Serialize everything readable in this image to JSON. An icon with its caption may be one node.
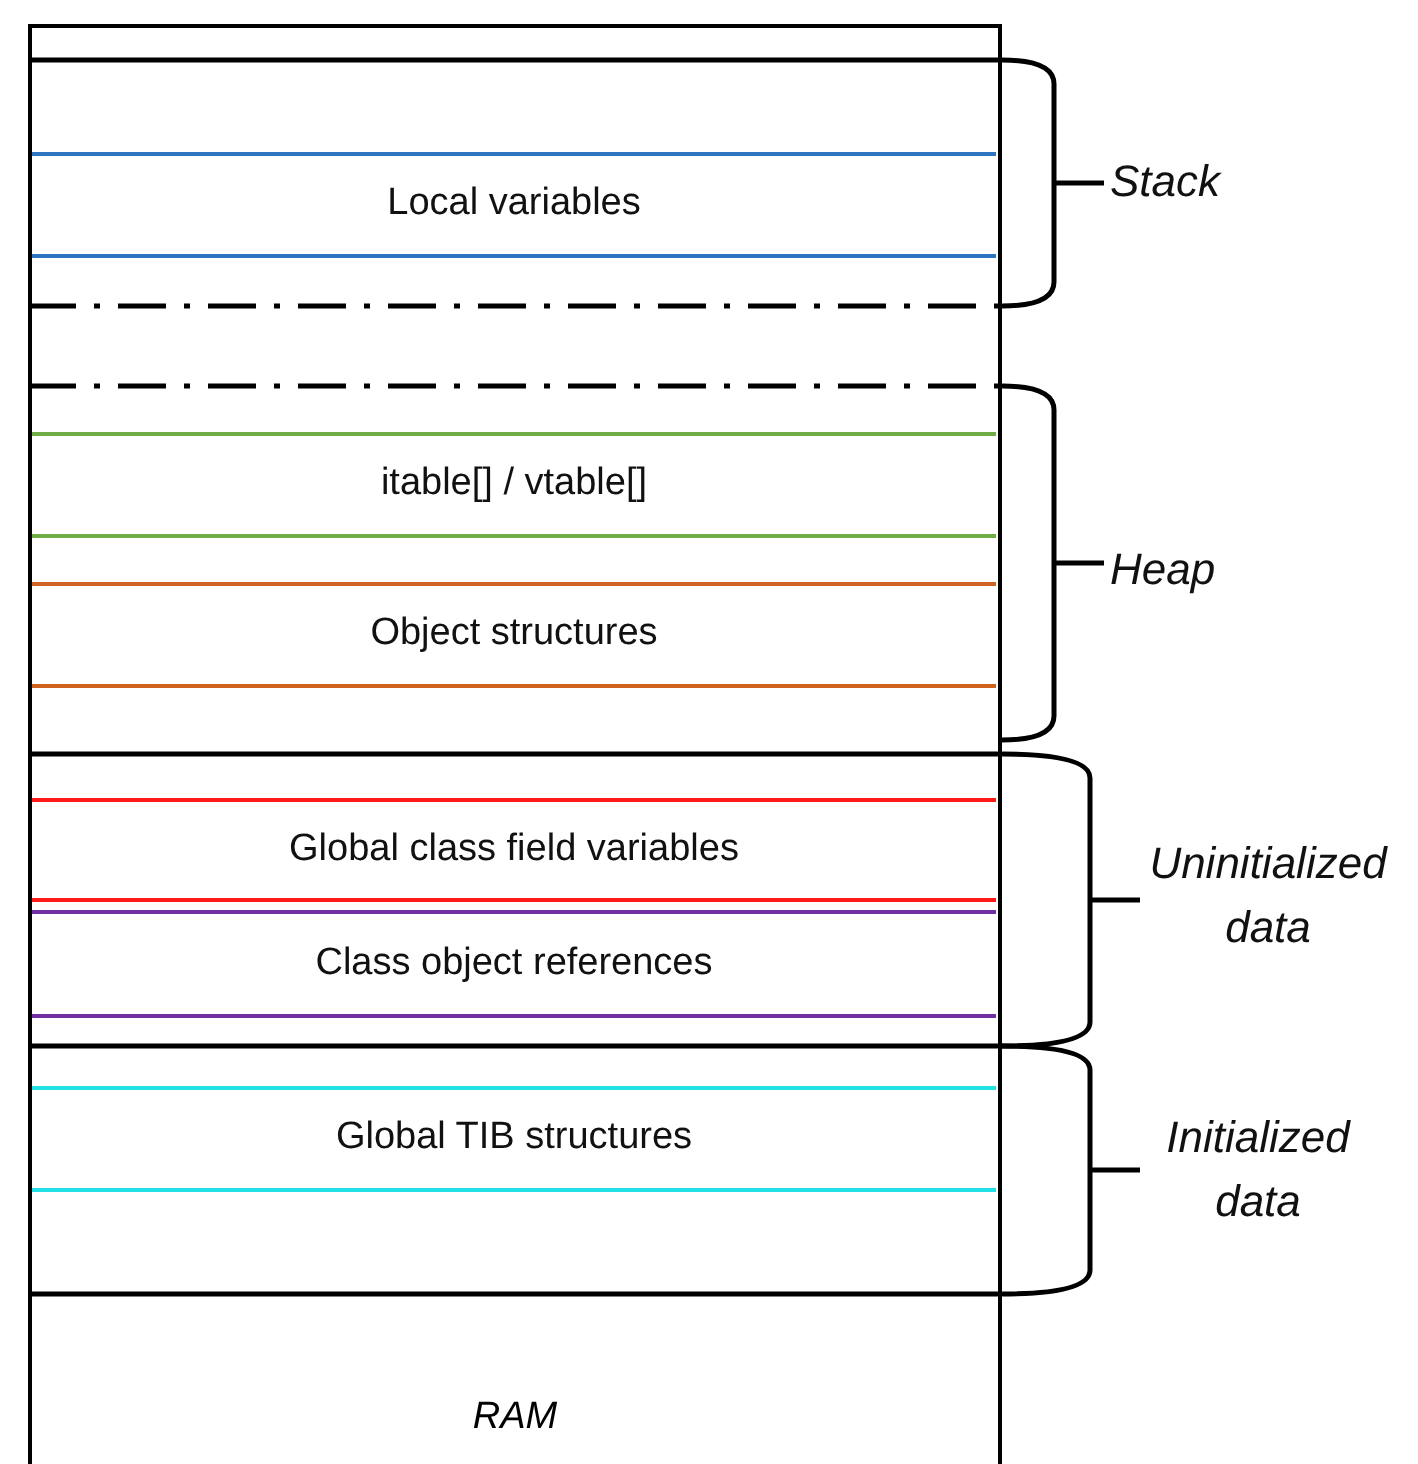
{
  "diagram": {
    "nodes": [
      {
        "text": [
          "RAM"
        ]
      },
      {
        "text": [
          "Local variables"
        ],
        "in": 0
      },
      {
        "text": [
          "itable[] / vtable[]"
        ],
        "in": 0
      },
      {
        "text": [
          "Object structures"
        ],
        "in": 0
      },
      {
        "text": [
          "Global class field variables"
        ],
        "in": 0
      },
      {
        "text": [
          "Class object references"
        ],
        "in": 0
      },
      {
        "text": [
          "Global TIB structures"
        ],
        "in": 0
      }
    ],
    "edges": [],
    "labels": [
      "Stack",
      "Heap",
      "Uninitialized data",
      "Initialized data"
    ]
  }
}
